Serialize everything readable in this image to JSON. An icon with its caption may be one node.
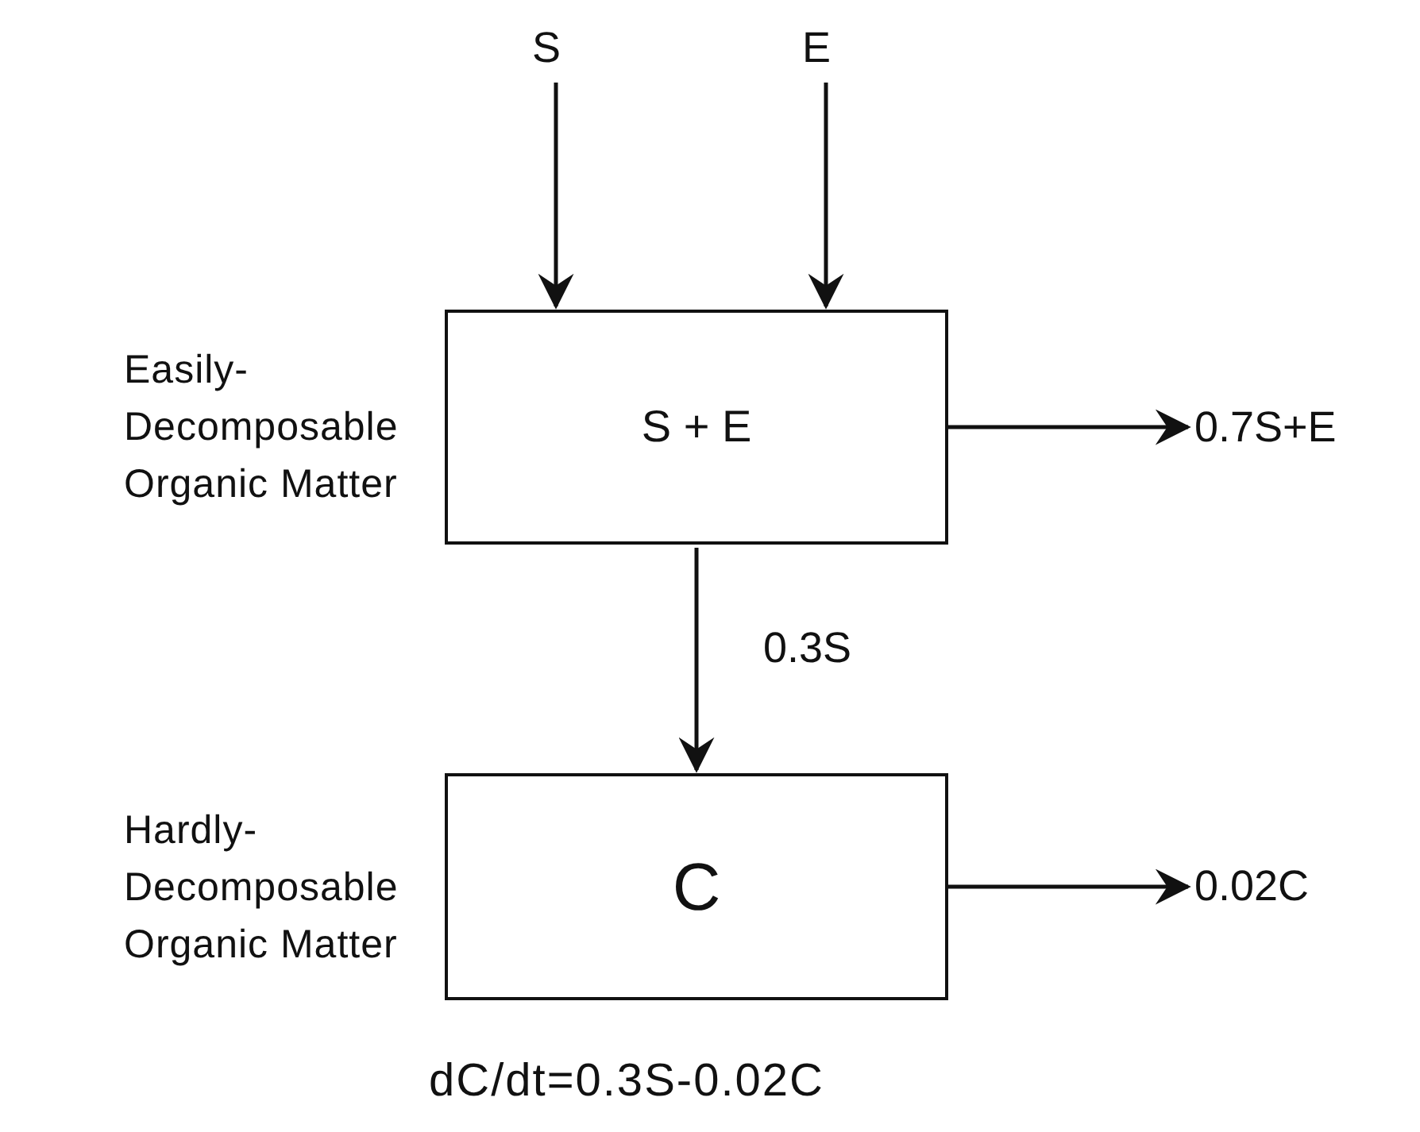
{
  "diagram": {
    "nodes": [
      {
        "text": [
          "S"
        ]
      },
      {
        "text": [
          "E"
        ]
      },
      {
        "text": [
          "S + E"
        ],
        "beside": [
          "Easily- Decomposable Organic Matter"
        ]
      },
      {
        "text": [
          "0.7S+E"
        ]
      },
      {
        "text": [
          "C"
        ],
        "beside": [
          "Hardly- Decomposable Organic Matter"
        ]
      },
      {
        "text": [
          "0.02C"
        ]
      }
    ],
    "edges": [
      {
        "from": 0,
        "to": 2,
        "arrow": "to"
      },
      {
        "from": 1,
        "to": 2,
        "arrow": "to"
      },
      {
        "from": 2,
        "to": 3,
        "arrow": "to"
      },
      {
        "from": 2,
        "to": 4,
        "arrow": "to",
        "label": "0.3S"
      },
      {
        "from": 4,
        "to": 5,
        "arrow": "to"
      }
    ],
    "labels": [
      "dC/dt=0.3S-0.02C"
    ]
  }
}
